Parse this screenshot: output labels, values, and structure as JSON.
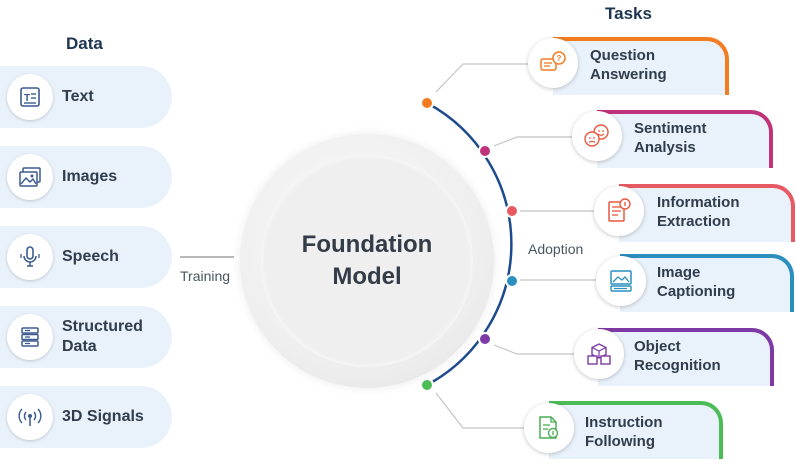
{
  "headings": {
    "data": "Data",
    "tasks": "Tasks"
  },
  "center": {
    "line1": "Foundation",
    "line2": "Model"
  },
  "labels": {
    "training": "Training",
    "adoption": "Adoption"
  },
  "data_items": [
    {
      "label_line1": "Text",
      "label_line2": "",
      "icon": "text-document-icon"
    },
    {
      "label_line1": "Images",
      "label_line2": "",
      "icon": "image-icon"
    },
    {
      "label_line1": "Speech",
      "label_line2": "",
      "icon": "microphone-icon"
    },
    {
      "label_line1": "Structured",
      "label_line2": "Data",
      "icon": "database-icon"
    },
    {
      "label_line1": "3D Signals",
      "label_line2": "",
      "icon": "signal-antenna-icon"
    }
  ],
  "tasks": [
    {
      "line1": "Question",
      "line2": "Answering",
      "accent": "#f47c20",
      "icon": "chat-question-icon"
    },
    {
      "line1": "Sentiment",
      "line2": "Analysis",
      "accent": "#c0337a",
      "icon": "faces-icon"
    },
    {
      "line1": "Information",
      "line2": "Extraction",
      "accent": "#e85a63",
      "icon": "document-extract-icon"
    },
    {
      "line1": "Image",
      "line2": "Captioning",
      "accent": "#2a8fbf",
      "icon": "image-caption-icon"
    },
    {
      "line1": "Object",
      "line2": "Recognition",
      "accent": "#7d3aa4",
      "icon": "cubes-icon"
    },
    {
      "line1": "Instruction",
      "line2": "Following",
      "accent": "#4cbc56",
      "icon": "instruction-document-icon"
    }
  ],
  "colors": {
    "arc": "#1f4b8e",
    "icon_blue": "#3b5b8f",
    "task_icon": "#e9593f",
    "task_icon_green": "#4cae55"
  }
}
